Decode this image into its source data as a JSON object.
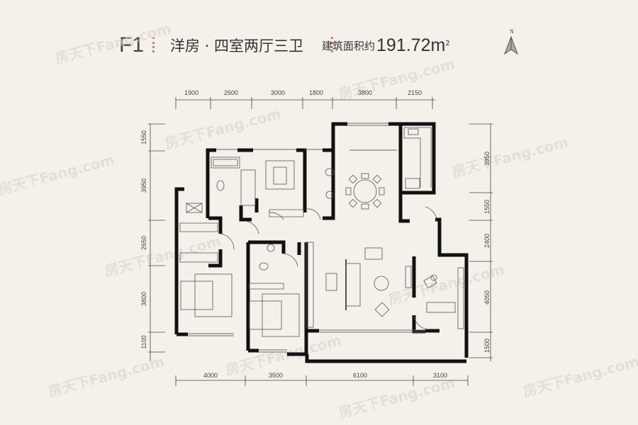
{
  "header": {
    "plan_code": "F1",
    "plan_type": "洋房 · 四室两厅三卫",
    "area_label": "建筑面积约",
    "area_value": "191.72m",
    "area_unit_sup": "2"
  },
  "compass": {
    "label": "N"
  },
  "dimensions": {
    "top": [
      "1900",
      "2600",
      "3000",
      "1800",
      "3800",
      "2150"
    ],
    "bottom": [
      "4000",
      "3500",
      "6100",
      "3100"
    ],
    "left": [
      "1550",
      "3950",
      "2650",
      "3800",
      "1100"
    ],
    "right": [
      "3950",
      "1550",
      "2400",
      "4050",
      "1500"
    ]
  },
  "watermark": "房天下Fang.com",
  "colors": {
    "wall": "#111111",
    "background": "#f4f1eb",
    "line": "#555555"
  }
}
